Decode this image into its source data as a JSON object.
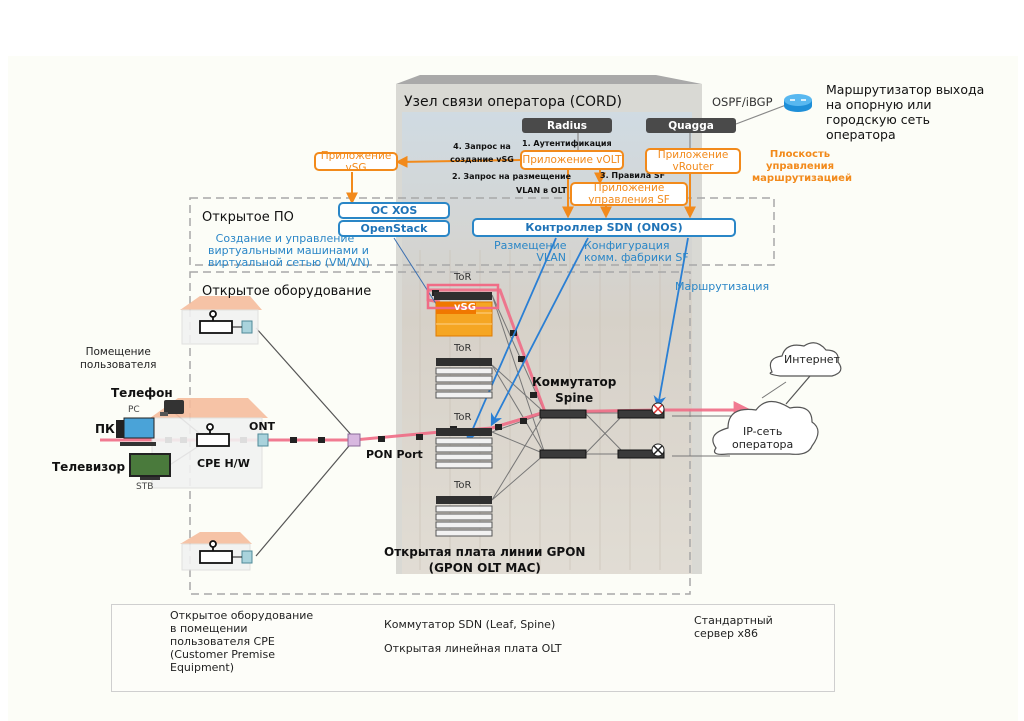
{
  "building": {
    "title": "Узел связи оператора (CORD)"
  },
  "top_boxes": {
    "radius": "Radius",
    "quagga": "Quagga"
  },
  "protocol_label": "OSPF/iBGP",
  "router_description": [
    "Маршрутизатор выхода",
    "на опорную или",
    "городскую сеть",
    "оператора"
  ],
  "apps": {
    "vsg": "Приложение vSG",
    "volt": "Приложение vOLT",
    "vrouter": [
      "Приложение",
      "vRouter"
    ],
    "sf": [
      "Приложение",
      "управления SF"
    ]
  },
  "steps": {
    "step1": "1. Аутентификация",
    "step2_line1": "2. Запрос на размещение",
    "step2_line2": "VLAN в OLT",
    "step3": "3. Правила SF",
    "step4_line1": "4. Запрос на",
    "step4_line2": "создание vSG"
  },
  "routing_plane": [
    "Плоскость",
    "управления",
    "маршрутизацией"
  ],
  "open_software": {
    "title": "Открытое ПО",
    "xos": "ОС XOS",
    "openstack": "OpenStack",
    "vm_desc": [
      "Создание и управление",
      "виртуальными машинами и",
      "виртуальной сетью (VM/VN)"
    ],
    "sdn_controller": "Контроллер SDN (ONOS)",
    "vlan_placement": [
      "Размещение",
      "VLAN"
    ],
    "sf_config": [
      "Конфигурация",
      "комм. фабрики SF"
    ],
    "routing": "Маршрутизация"
  },
  "open_hardware": {
    "title": "Открытое оборудование",
    "tor_labels": [
      "ToR",
      "ToR",
      "ToR",
      "ToR"
    ],
    "vsg_label": "vSG",
    "spine_label": [
      "Коммутатор",
      "Spine"
    ],
    "pon_port": "PON Port",
    "gpon_label": [
      "Открытая плата линии GPON",
      "(GPON OLT MAC)"
    ]
  },
  "customer": {
    "premises": [
      "Помещение",
      "пользователя"
    ],
    "phone": "Телефон",
    "pc_small": "PC",
    "pc": "ПК",
    "tv": "Телевизор",
    "stb": "STB",
    "ont": "ONT",
    "cpe": "CPE H/W"
  },
  "clouds": {
    "internet": "Интернет",
    "ip_network": [
      "IP-сеть",
      "оператора"
    ]
  },
  "legend": {
    "cpe": [
      "Открытое оборудование",
      "в помещении",
      "пользователя CPE",
      "(Customer Premise",
      "Equipment)"
    ],
    "sdn_switch": "Коммутатор SDN (Leaf, Spine)",
    "olt_card": "Открытая линейная плата OLT",
    "server": [
      "Стандартный",
      "сервер x86"
    ]
  },
  "colors": {
    "orange": "#f28a1b",
    "blue": "#2a86c7",
    "pink_flow": "#f06c86",
    "dark_box": "#4a4a4a"
  }
}
